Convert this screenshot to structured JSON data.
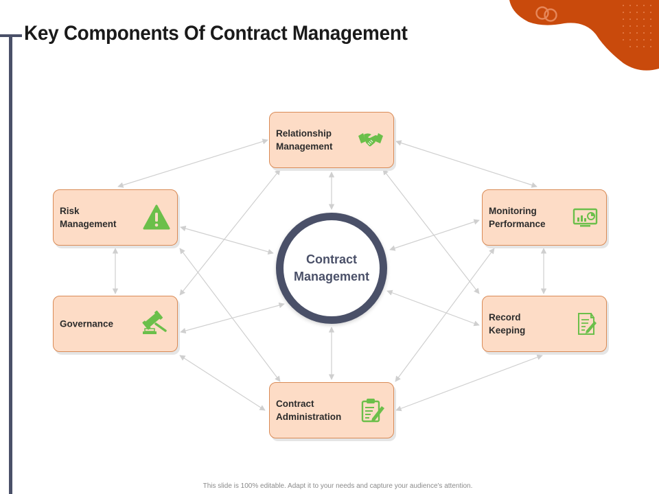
{
  "slide": {
    "title": "Key Components Of Contract Management",
    "footer": "This slide is 100% editable. Adapt it to your needs and capture your audience's attention."
  },
  "center": {
    "line1": "Contract",
    "line2": "Management"
  },
  "nodes": {
    "relationship": {
      "line1": "Relationship",
      "line2": "Management",
      "icon": "handshake-icon"
    },
    "risk": {
      "line1": "Risk",
      "line2": "Management",
      "icon": "warning-icon"
    },
    "governance": {
      "line1": "Governance",
      "icon": "gavel-icon"
    },
    "administration": {
      "line1": "Contract",
      "line2": "Administration",
      "icon": "clipboard-pencil-icon"
    },
    "monitoring": {
      "line1": "Monitoring",
      "line2": "Performance",
      "icon": "monitor-chart-icon"
    },
    "record": {
      "line1": "Record",
      "line2": "Keeping",
      "icon": "document-edit-icon"
    }
  },
  "colors": {
    "accent_orange": "#c94a0c",
    "node_fill": "#fddcc6",
    "node_border": "#d98a55",
    "ring": "#4a5068",
    "icon_green": "#6bbf4a",
    "connector": "#cfcfcf"
  }
}
